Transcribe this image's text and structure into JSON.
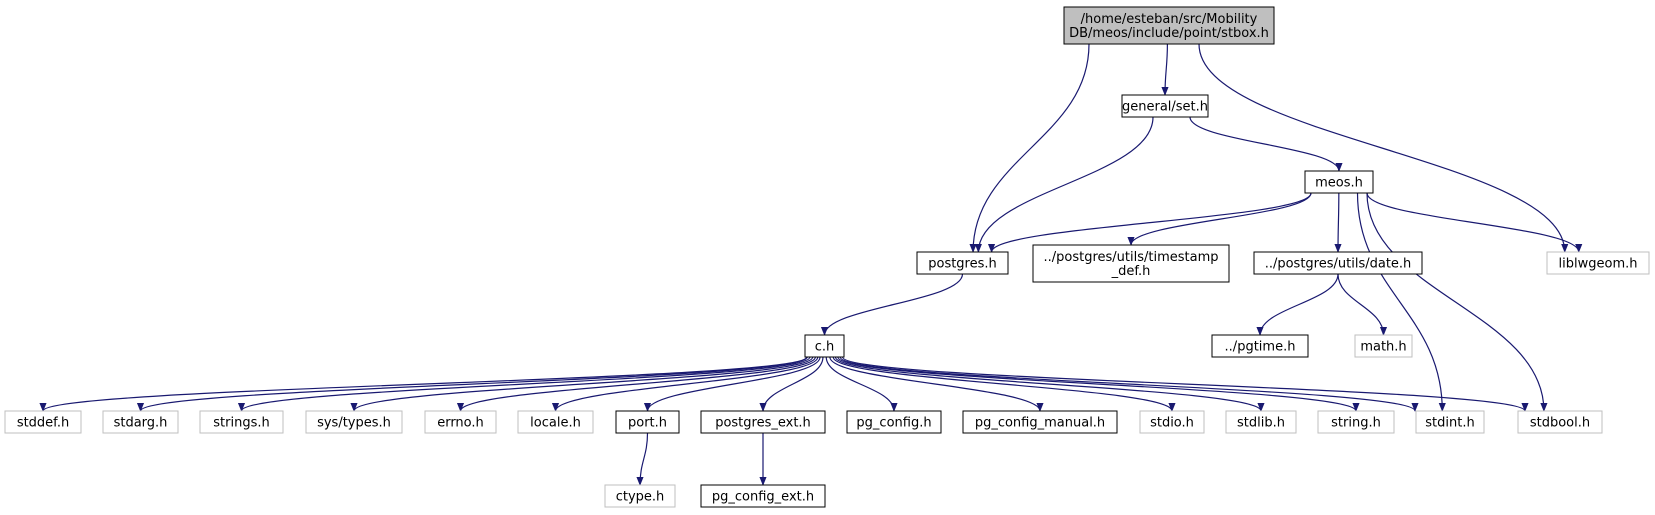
{
  "graph": {
    "colors": {
      "edge": "#191970",
      "node_border": "#000000",
      "external_border": "#bfbfbf",
      "root_fill": "#bfbfbf",
      "node_fill": "#ffffff"
    },
    "nodes": [
      {
        "id": "root",
        "label": "/home/esteban/src/Mobility\nDB/meos/include/point/stbox.h",
        "kind": "root"
      },
      {
        "id": "set",
        "label": "general/set.h",
        "kind": "local"
      },
      {
        "id": "meos",
        "label": "meos.h",
        "kind": "local"
      },
      {
        "id": "postgres",
        "label": "postgres.h",
        "kind": "local"
      },
      {
        "id": "timestamp_def",
        "label": "../postgres/utils/timestamp\n_def.h",
        "kind": "local"
      },
      {
        "id": "date",
        "label": "../postgres/utils/date.h",
        "kind": "local"
      },
      {
        "id": "liblwgeom",
        "label": "liblwgeom.h",
        "kind": "external"
      },
      {
        "id": "c",
        "label": "c.h",
        "kind": "local"
      },
      {
        "id": "pgtime",
        "label": "../pgtime.h",
        "kind": "local"
      },
      {
        "id": "math",
        "label": "math.h",
        "kind": "external"
      },
      {
        "id": "stddef",
        "label": "stddef.h",
        "kind": "external"
      },
      {
        "id": "stdarg",
        "label": "stdarg.h",
        "kind": "external"
      },
      {
        "id": "strings",
        "label": "strings.h",
        "kind": "external"
      },
      {
        "id": "systypes",
        "label": "sys/types.h",
        "kind": "external"
      },
      {
        "id": "errno",
        "label": "errno.h",
        "kind": "external"
      },
      {
        "id": "locale",
        "label": "locale.h",
        "kind": "external"
      },
      {
        "id": "port",
        "label": "port.h",
        "kind": "local"
      },
      {
        "id": "postgres_ext",
        "label": "postgres_ext.h",
        "kind": "local"
      },
      {
        "id": "pg_config",
        "label": "pg_config.h",
        "kind": "local"
      },
      {
        "id": "pg_config_manual",
        "label": "pg_config_manual.h",
        "kind": "local"
      },
      {
        "id": "stdio",
        "label": "stdio.h",
        "kind": "external"
      },
      {
        "id": "stdlib",
        "label": "stdlib.h",
        "kind": "external"
      },
      {
        "id": "string",
        "label": "string.h",
        "kind": "external"
      },
      {
        "id": "stdint",
        "label": "stdint.h",
        "kind": "external"
      },
      {
        "id": "stdbool",
        "label": "stdbool.h",
        "kind": "external"
      },
      {
        "id": "ctype",
        "label": "ctype.h",
        "kind": "external"
      },
      {
        "id": "pg_config_ext",
        "label": "pg_config_ext.h",
        "kind": "local"
      }
    ],
    "edges": [
      {
        "from": "root",
        "to": "postgres"
      },
      {
        "from": "root",
        "to": "set"
      },
      {
        "from": "root",
        "to": "liblwgeom"
      },
      {
        "from": "set",
        "to": "postgres"
      },
      {
        "from": "set",
        "to": "meos"
      },
      {
        "from": "meos",
        "to": "postgres"
      },
      {
        "from": "meos",
        "to": "timestamp_def"
      },
      {
        "from": "meos",
        "to": "date"
      },
      {
        "from": "meos",
        "to": "liblwgeom"
      },
      {
        "from": "meos",
        "to": "stdint"
      },
      {
        "from": "meos",
        "to": "stdbool"
      },
      {
        "from": "postgres",
        "to": "c"
      },
      {
        "from": "date",
        "to": "pgtime"
      },
      {
        "from": "date",
        "to": "math"
      },
      {
        "from": "c",
        "to": "stddef"
      },
      {
        "from": "c",
        "to": "stdarg"
      },
      {
        "from": "c",
        "to": "strings"
      },
      {
        "from": "c",
        "to": "systypes"
      },
      {
        "from": "c",
        "to": "errno"
      },
      {
        "from": "c",
        "to": "locale"
      },
      {
        "from": "c",
        "to": "port"
      },
      {
        "from": "c",
        "to": "postgres_ext"
      },
      {
        "from": "c",
        "to": "pg_config"
      },
      {
        "from": "c",
        "to": "pg_config_manual"
      },
      {
        "from": "c",
        "to": "stdio"
      },
      {
        "from": "c",
        "to": "stdlib"
      },
      {
        "from": "c",
        "to": "string"
      },
      {
        "from": "c",
        "to": "stdint"
      },
      {
        "from": "c",
        "to": "stdbool"
      },
      {
        "from": "port",
        "to": "ctype"
      },
      {
        "from": "postgres_ext",
        "to": "pg_config_ext"
      }
    ]
  }
}
